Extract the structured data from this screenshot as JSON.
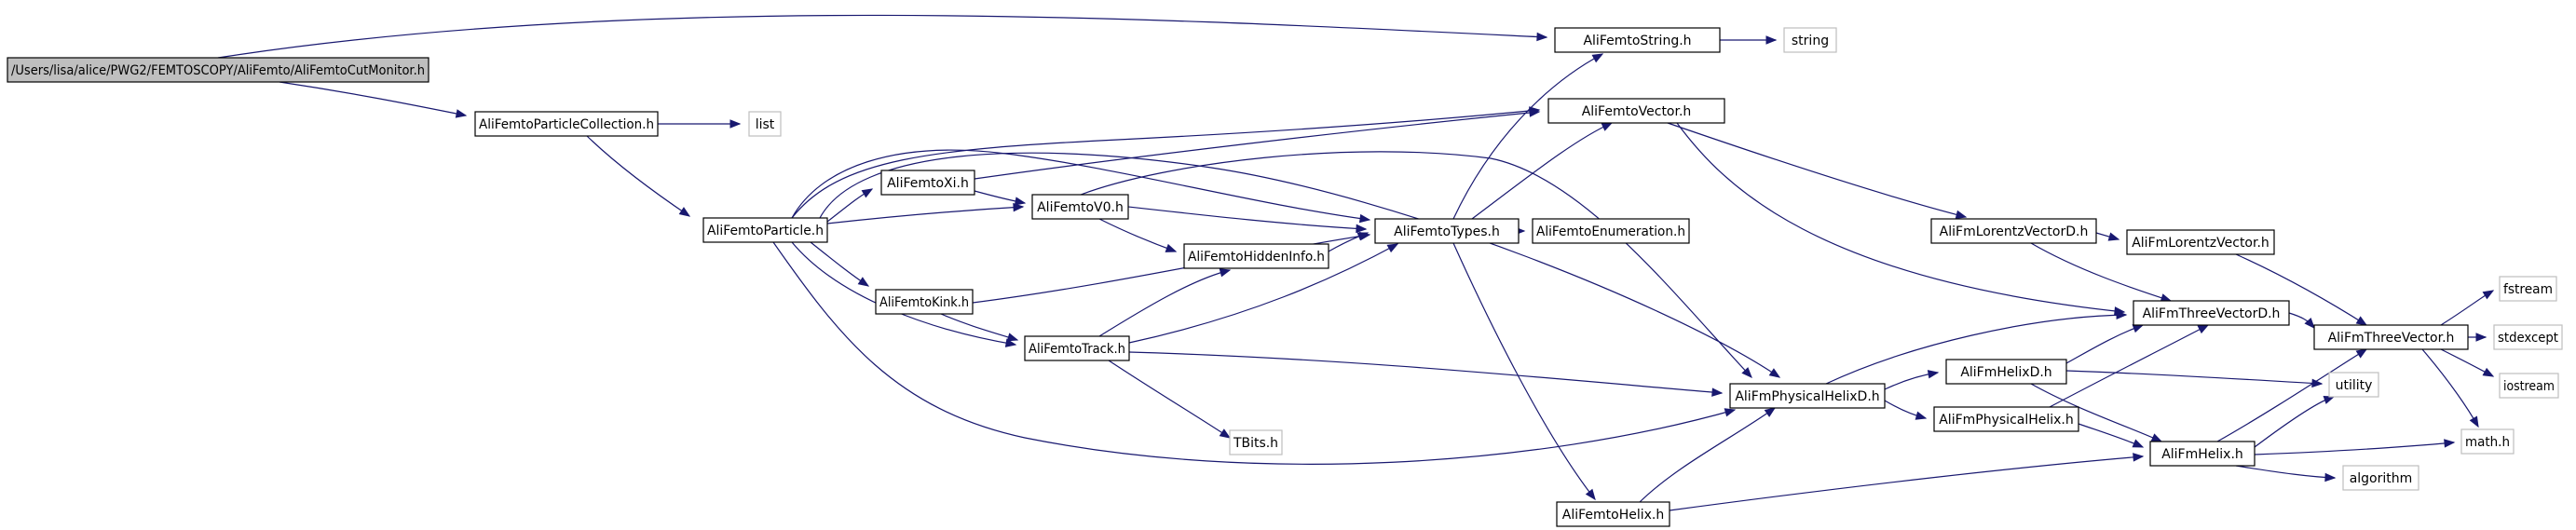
{
  "diagram": {
    "title": "",
    "nodes": [
      {
        "id": "root",
        "label": "/Users/lisa/alice/PWG2/FEMTOSCOPY/AliFemto/AliFemtoCutMonitor.h",
        "kind": "root"
      },
      {
        "id": "string_h",
        "label": "AliFemtoString.h",
        "kind": "file"
      },
      {
        "id": "string",
        "label": "string",
        "kind": "external"
      },
      {
        "id": "pcoll",
        "label": "AliFemtoParticleCollection.h",
        "kind": "file"
      },
      {
        "id": "list",
        "label": "list",
        "kind": "external"
      },
      {
        "id": "vector",
        "label": "AliFemtoVector.h",
        "kind": "file"
      },
      {
        "id": "xi",
        "label": "AliFemtoXi.h",
        "kind": "file"
      },
      {
        "id": "v0",
        "label": "AliFemtoV0.h",
        "kind": "file"
      },
      {
        "id": "particle",
        "label": "AliFemtoParticle.h",
        "kind": "file"
      },
      {
        "id": "types",
        "label": "AliFemtoTypes.h",
        "kind": "file"
      },
      {
        "id": "enum",
        "label": "AliFemtoEnumeration.h",
        "kind": "file"
      },
      {
        "id": "hidden",
        "label": "AliFemtoHiddenInfo.h",
        "kind": "file"
      },
      {
        "id": "lvd",
        "label": "AliFmLorentzVectorD.h",
        "kind": "file"
      },
      {
        "id": "lv",
        "label": "AliFmLorentzVector.h",
        "kind": "file"
      },
      {
        "id": "kink",
        "label": "AliFemtoKink.h",
        "kind": "file"
      },
      {
        "id": "track",
        "label": "AliFemtoTrack.h",
        "kind": "file"
      },
      {
        "id": "tvd",
        "label": "AliFmThreeVectorD.h",
        "kind": "file"
      },
      {
        "id": "tv",
        "label": "AliFmThreeVector.h",
        "kind": "file"
      },
      {
        "id": "fstream",
        "label": "fstream",
        "kind": "external"
      },
      {
        "id": "stdexcept",
        "label": "stdexcept",
        "kind": "external"
      },
      {
        "id": "iostream",
        "label": "iostream",
        "kind": "external"
      },
      {
        "id": "helixd",
        "label": "AliFmHelixD.h",
        "kind": "file"
      },
      {
        "id": "phd",
        "label": "AliFmPhysicalHelixD.h",
        "kind": "file"
      },
      {
        "id": "ph",
        "label": "AliFmPhysicalHelix.h",
        "kind": "file"
      },
      {
        "id": "utility",
        "label": "utility",
        "kind": "external"
      },
      {
        "id": "tbits",
        "label": "TBits.h",
        "kind": "external"
      },
      {
        "id": "helix",
        "label": "AliFmHelix.h",
        "kind": "file"
      },
      {
        "id": "math",
        "label": "math.h",
        "kind": "external"
      },
      {
        "id": "algorithm",
        "label": "algorithm",
        "kind": "external"
      },
      {
        "id": "fhelix",
        "label": "AliFemtoHelix.h",
        "kind": "file"
      }
    ],
    "edges": [
      [
        "root",
        "string_h"
      ],
      [
        "root",
        "pcoll"
      ],
      [
        "string_h",
        "string"
      ],
      [
        "pcoll",
        "list"
      ],
      [
        "pcoll",
        "particle"
      ],
      [
        "particle",
        "xi"
      ],
      [
        "particle",
        "v0"
      ],
      [
        "particle",
        "vector"
      ],
      [
        "particle",
        "types"
      ],
      [
        "particle",
        "phd"
      ],
      [
        "particle",
        "kink"
      ],
      [
        "particle",
        "track"
      ],
      [
        "particle",
        "phd2"
      ],
      [
        "xi",
        "v0"
      ],
      [
        "xi",
        "vector"
      ],
      [
        "v0",
        "types"
      ],
      [
        "v0",
        "hidden"
      ],
      [
        "v0",
        "phd"
      ],
      [
        "hidden",
        "types"
      ],
      [
        "kink",
        "types"
      ],
      [
        "kink",
        "track"
      ],
      [
        "track",
        "types"
      ],
      [
        "track",
        "hidden"
      ],
      [
        "track",
        "tbits"
      ],
      [
        "track",
        "phd"
      ],
      [
        "types",
        "string_h"
      ],
      [
        "types",
        "vector"
      ],
      [
        "types",
        "enum"
      ],
      [
        "types",
        "fhelix"
      ],
      [
        "vector",
        "lvd"
      ],
      [
        "vector",
        "tvd"
      ],
      [
        "lvd",
        "lv"
      ],
      [
        "lvd",
        "tvd"
      ],
      [
        "lv",
        "tv"
      ],
      [
        "tvd",
        "tv"
      ],
      [
        "tv",
        "fstream"
      ],
      [
        "tv",
        "stdexcept"
      ],
      [
        "tv",
        "iostream"
      ],
      [
        "tv",
        "math"
      ],
      [
        "phd",
        "helixd"
      ],
      [
        "phd",
        "ph"
      ],
      [
        "phd",
        "tvd"
      ],
      [
        "helixd",
        "tvd"
      ],
      [
        "helixd",
        "utility"
      ],
      [
        "helixd",
        "helix"
      ],
      [
        "ph",
        "tvd"
      ],
      [
        "ph",
        "helix"
      ],
      [
        "helix",
        "tv"
      ],
      [
        "helix",
        "utility"
      ],
      [
        "helix",
        "math"
      ],
      [
        "helix",
        "algorithm"
      ],
      [
        "fhelix",
        "phd"
      ],
      [
        "fhelix",
        "helix"
      ]
    ],
    "colors": {
      "edge": "#191970",
      "node_border": "#000000",
      "external_border": "#bfbfbf",
      "root_fill": "#bfbfbf",
      "node_fill": "#ffffff"
    }
  }
}
